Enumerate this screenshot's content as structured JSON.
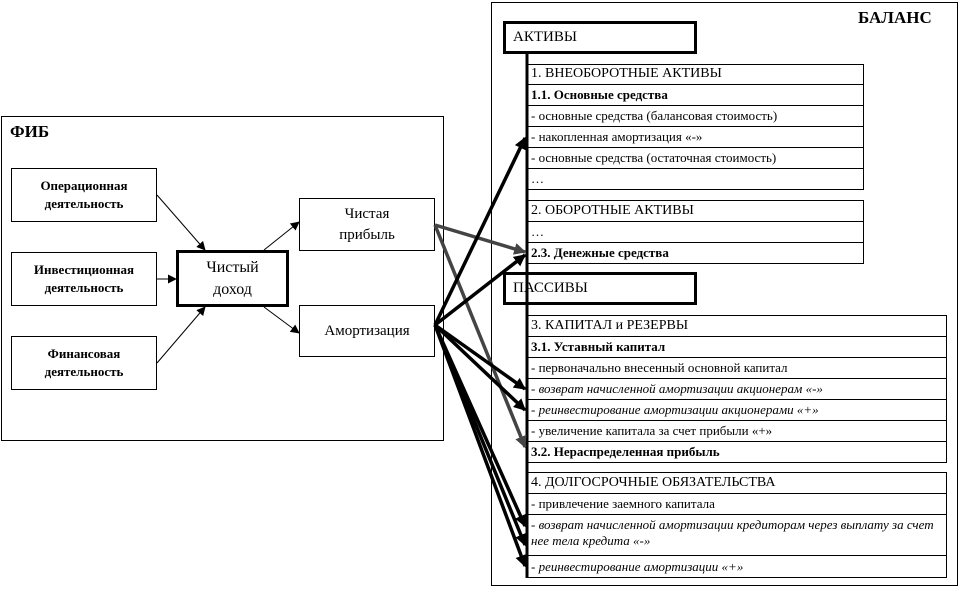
{
  "fib": {
    "title": "ФИБ",
    "activities": [
      "Операционная деятельность",
      "Инвестиционная деятельность",
      "Финансовая деятельность"
    ],
    "net_income": "Чистый доход",
    "net_profit": "Чистая прибыль",
    "amortization": "Амортизация"
  },
  "balance": {
    "title": "БАЛАНС",
    "assets": {
      "header": "АКТИВЫ",
      "noncurrent": {
        "title": "1. ВНЕОБОРОТНЫЕ АКТИВЫ",
        "rows": [
          "1.1. Основные средства",
          "- основные средства (балансовая стоимость)",
          "- накопленная амортизация «-»",
          "- основные средства (остаточная стоимость)",
          "…"
        ]
      },
      "current": {
        "title": "2. ОБОРОТНЫЕ АКТИВЫ",
        "rows": [
          "…",
          "2.3. Денежные средства"
        ]
      }
    },
    "liabilities": {
      "header": "ПАССИВЫ",
      "capital": {
        "title": "3. КАПИТАЛ и РЕЗЕРВЫ",
        "rows": [
          "3.1. Уставный капитал",
          "- первоначально внесенный основной капитал",
          "- возврат начисленной амортизации акционерам «-»",
          "- реинвестирование амортизации акционерами «+»",
          "- увеличение капитала за счет прибыли «+»",
          "3.2. Нераспределенная прибыль"
        ]
      },
      "longterm": {
        "title": "4. ДОЛГОСРОЧНЫЕ ОБЯЗАТЕЛЬСТВА",
        "rows": [
          "- привлечение заемного капитала",
          "- возврат начисленной амортизации кредиторам через выплату за счет нее тела кредита «-»",
          "- реинвестирование амортизации  «+»"
        ]
      }
    }
  }
}
